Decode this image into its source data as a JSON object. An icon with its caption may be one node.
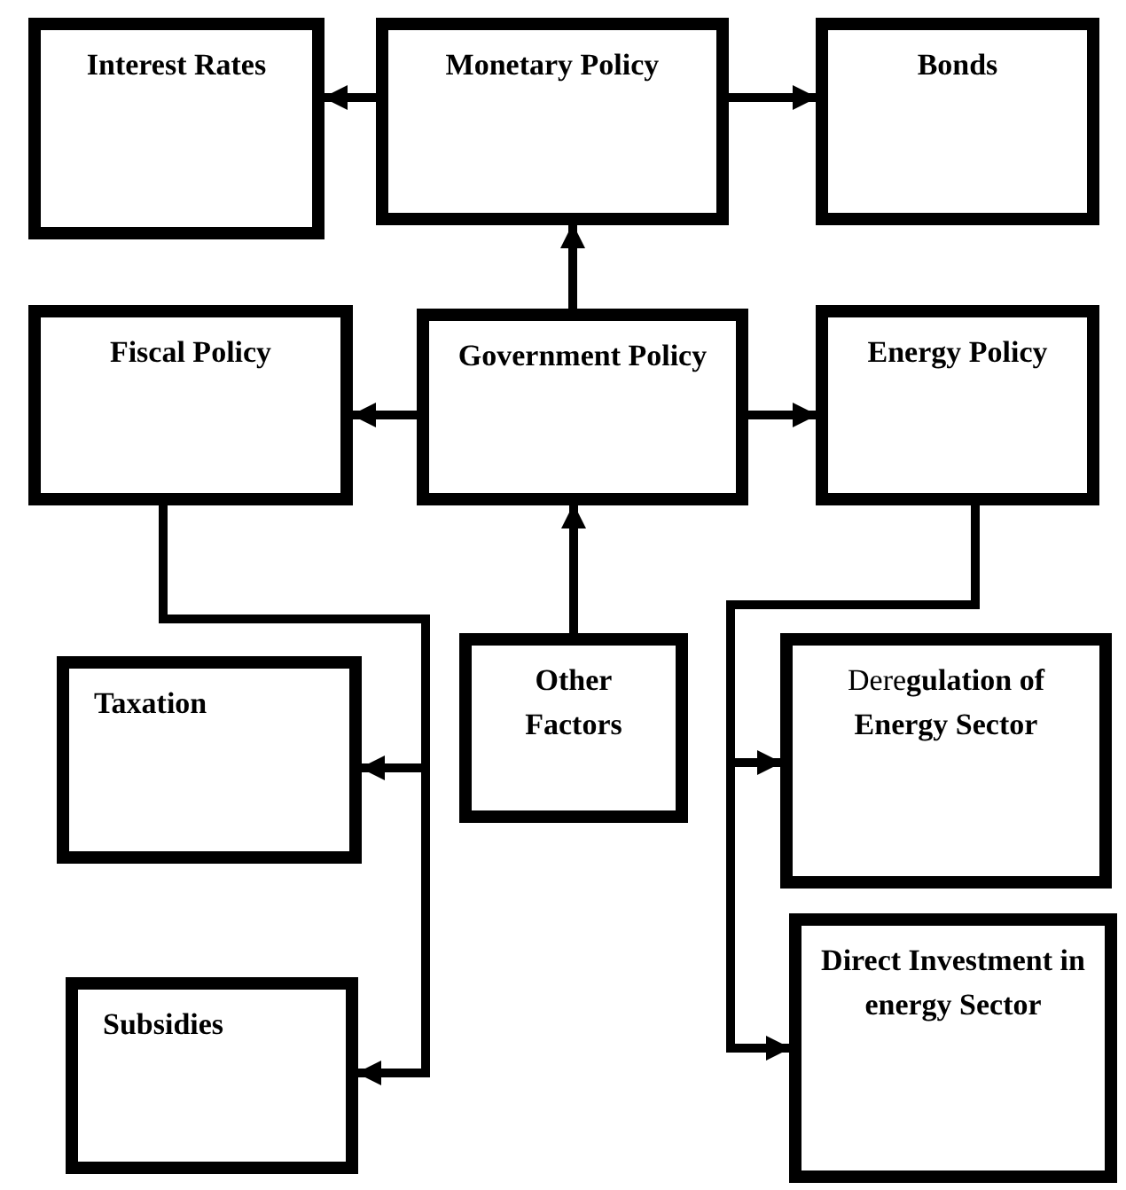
{
  "diagram": {
    "nodes": [
      {
        "text": [
          "Interest Rates"
        ]
      },
      {
        "text": [
          "Monetary Policy"
        ]
      },
      {
        "text": [
          "Bonds"
        ]
      },
      {
        "text": [
          "Fiscal Policy"
        ]
      },
      {
        "text": [
          "Government Policy"
        ]
      },
      {
        "text": [
          "Energy Policy"
        ]
      },
      {
        "text": [
          "Other Factors"
        ]
      },
      {
        "text": [
          "Taxation"
        ]
      },
      {
        "text": [
          "Subsidies"
        ]
      },
      {
        "text": [
          "Dere**gulation of Energy Sector**"
        ]
      },
      {
        "text": [
          "Direct Investment in energy Sector"
        ]
      }
    ],
    "edges": [
      {
        "from": 1,
        "to": 0,
        "arrow": "to"
      },
      {
        "from": 1,
        "to": 2,
        "arrow": "to"
      },
      {
        "from": 4,
        "to": 1,
        "arrow": "to"
      },
      {
        "from": 4,
        "to": 3,
        "arrow": "to"
      },
      {
        "from": 4,
        "to": 5,
        "arrow": "to"
      },
      {
        "from": 6,
        "to": 4,
        "arrow": "to"
      },
      {
        "from": 3,
        "to": 7,
        "arrow": "to"
      },
      {
        "from": 3,
        "to": 8,
        "arrow": "to"
      },
      {
        "from": 5,
        "to": 9,
        "arrow": "to"
      },
      {
        "from": 5,
        "to": 10,
        "arrow": "to"
      }
    ]
  }
}
